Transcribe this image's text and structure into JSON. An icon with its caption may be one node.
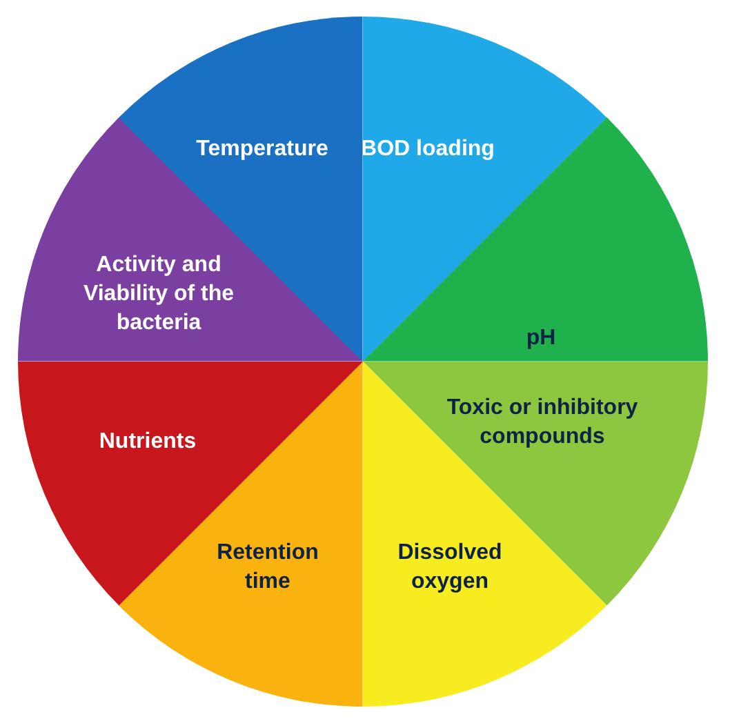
{
  "diagram": {
    "nodes": [
      {
        "text": [
          "BOD loading"
        ]
      },
      {
        "text": [
          "pH"
        ]
      },
      {
        "text": [
          "Toxic or inhibitory compounds"
        ]
      },
      {
        "text": [
          "Dissolved oxygen"
        ]
      },
      {
        "text": [
          "Retention time"
        ]
      },
      {
        "text": [
          "Nutrients"
        ]
      },
      {
        "text": [
          "Activity and Viability of the bacteria"
        ]
      },
      {
        "text": [
          "Temperature"
        ]
      }
    ]
  }
}
